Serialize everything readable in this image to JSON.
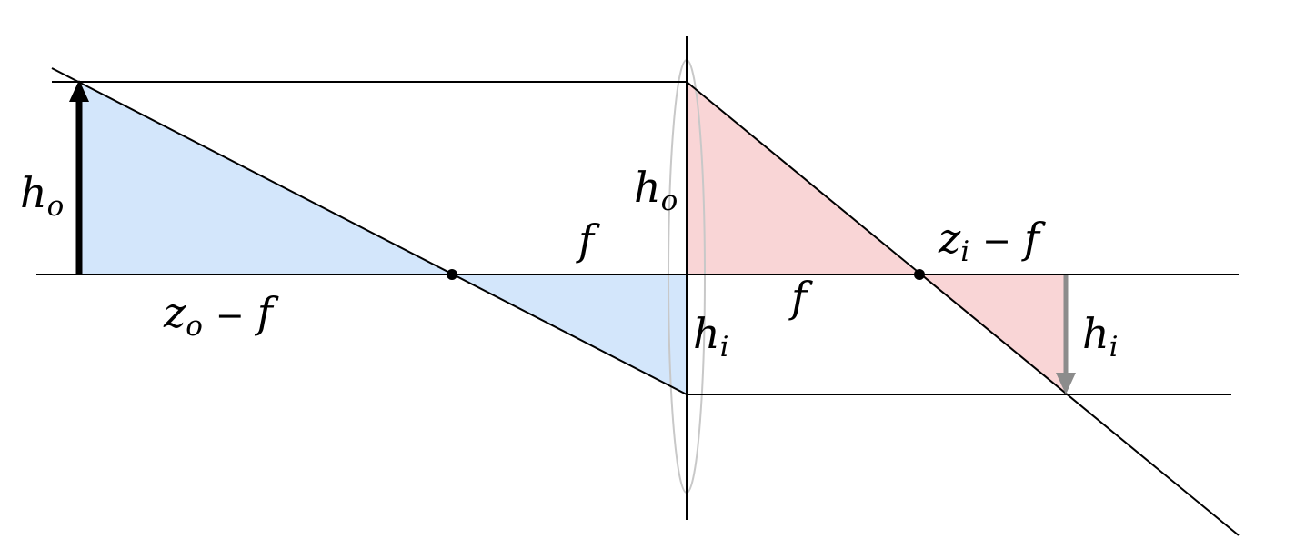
{
  "colors": {
    "line": "#000000",
    "object_triangle": "#d3e6fb",
    "image_triangle": "#f9d5d6",
    "object_arrow": "#000000",
    "image_arrow": "#8c8c8c",
    "lens_outline": "#c8c8c8"
  },
  "labels": {
    "left_height": {
      "base": "h",
      "sub": "o"
    },
    "lens_object_height": {
      "base": "h",
      "sub": "o"
    },
    "lens_image_height": {
      "base": "h",
      "sub": "i"
    },
    "right_image_height": {
      "base": "h",
      "sub": "i"
    },
    "object_distance": {
      "base": "z",
      "sub": "o",
      "op": "−",
      "tail": "f"
    },
    "image_distance": {
      "base": "z",
      "sub": "i",
      "op": "−",
      "tail": "f"
    },
    "focal_left": "f",
    "focal_right": "f"
  }
}
